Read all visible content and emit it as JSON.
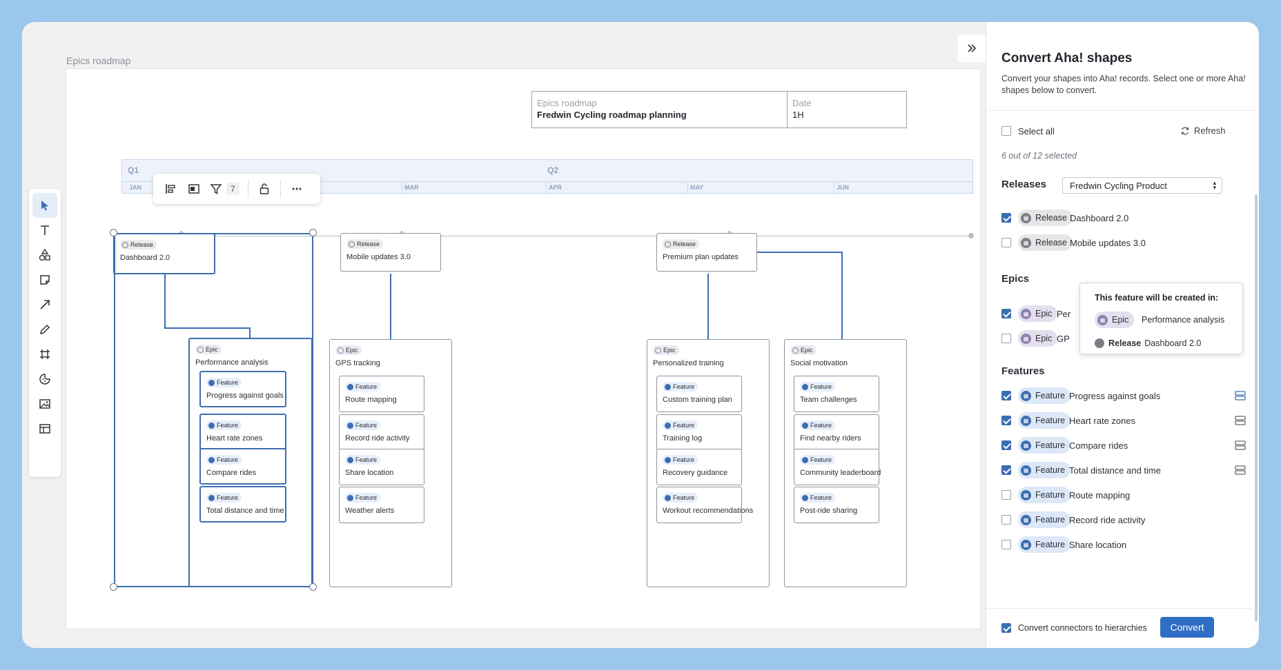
{
  "board": {
    "title": "Epics roadmap"
  },
  "header_block": {
    "col1_label": "Epics roadmap",
    "col1_value": "Fredwin Cycling roadmap planning",
    "col2_label": "Date",
    "col2_value": "1H"
  },
  "timeline": {
    "quarters": [
      "Q1",
      "Q2"
    ],
    "months": [
      "JAN",
      "MAR",
      "APR",
      "MAY",
      "JUN"
    ]
  },
  "floating_toolbar": {
    "filter_count": "7"
  },
  "canvas_shapes": {
    "release_label": "Release",
    "epic_label": "Epic",
    "feature_label": "Feature",
    "releases": [
      "Dashboard 2.0",
      "Mobile updates 3.0",
      "Premium plan updates"
    ],
    "epics": [
      {
        "name": "Performance analysis",
        "features": [
          "Progress against goals",
          "Heart rate zones",
          "Compare rides",
          "Total distance and time"
        ]
      },
      {
        "name": "GPS tracking",
        "features": [
          "Route mapping",
          "Record ride activity",
          "Share location",
          "Weather alerts"
        ]
      },
      {
        "name": "Personalized training",
        "features": [
          "Custom training plan",
          "Training log",
          "Recovery guidance",
          "Workout recommendations"
        ]
      },
      {
        "name": "Social motivation",
        "features": [
          "Team challenges",
          "Find nearby riders",
          "Community leaderboard",
          "Post-ride sharing"
        ]
      }
    ]
  },
  "panel": {
    "title": "Convert Aha! shapes",
    "description": "Convert your shapes into Aha! records. Select one or more Aha! shapes below to convert.",
    "select_all": "Select all",
    "refresh": "Refresh",
    "selected_count": "6 out of 12 selected",
    "releases_heading": "Releases",
    "product_select": "Fredwin Cycling Product",
    "epics_heading": "Epics",
    "features_heading": "Features",
    "release_rows": [
      {
        "tag": "Release",
        "name": "Dashboard 2.0",
        "checked": true
      },
      {
        "tag": "Release",
        "name": "Mobile updates 3.0",
        "checked": false
      }
    ],
    "epic_rows": [
      {
        "tag": "Epic",
        "name": "Per",
        "checked": true
      },
      {
        "tag": "Epic",
        "name": "GP",
        "checked": false
      }
    ],
    "feature_rows": [
      {
        "tag": "Feature",
        "name": "Progress against goals",
        "checked": true
      },
      {
        "tag": "Feature",
        "name": "Heart rate zones",
        "checked": true
      },
      {
        "tag": "Feature",
        "name": "Compare rides",
        "checked": true
      },
      {
        "tag": "Feature",
        "name": "Total distance and time",
        "checked": true
      },
      {
        "tag": "Feature",
        "name": "Route mapping",
        "checked": false
      },
      {
        "tag": "Feature",
        "name": "Record ride activity",
        "checked": false
      },
      {
        "tag": "Feature",
        "name": "Share location",
        "checked": false
      }
    ],
    "tooltip": {
      "title": "This feature will be created in:",
      "epic_tag": "Epic",
      "epic_name": "Performance analysis",
      "release_tag": "Release",
      "release_name": "Dashboard 2.0"
    },
    "convert_connectors": "Convert connectors to hierarchies",
    "convert_button": "Convert"
  },
  "colors": {
    "accent": "#3c6db0",
    "button": "#2f6ec5",
    "background": "#9cc7ec"
  }
}
